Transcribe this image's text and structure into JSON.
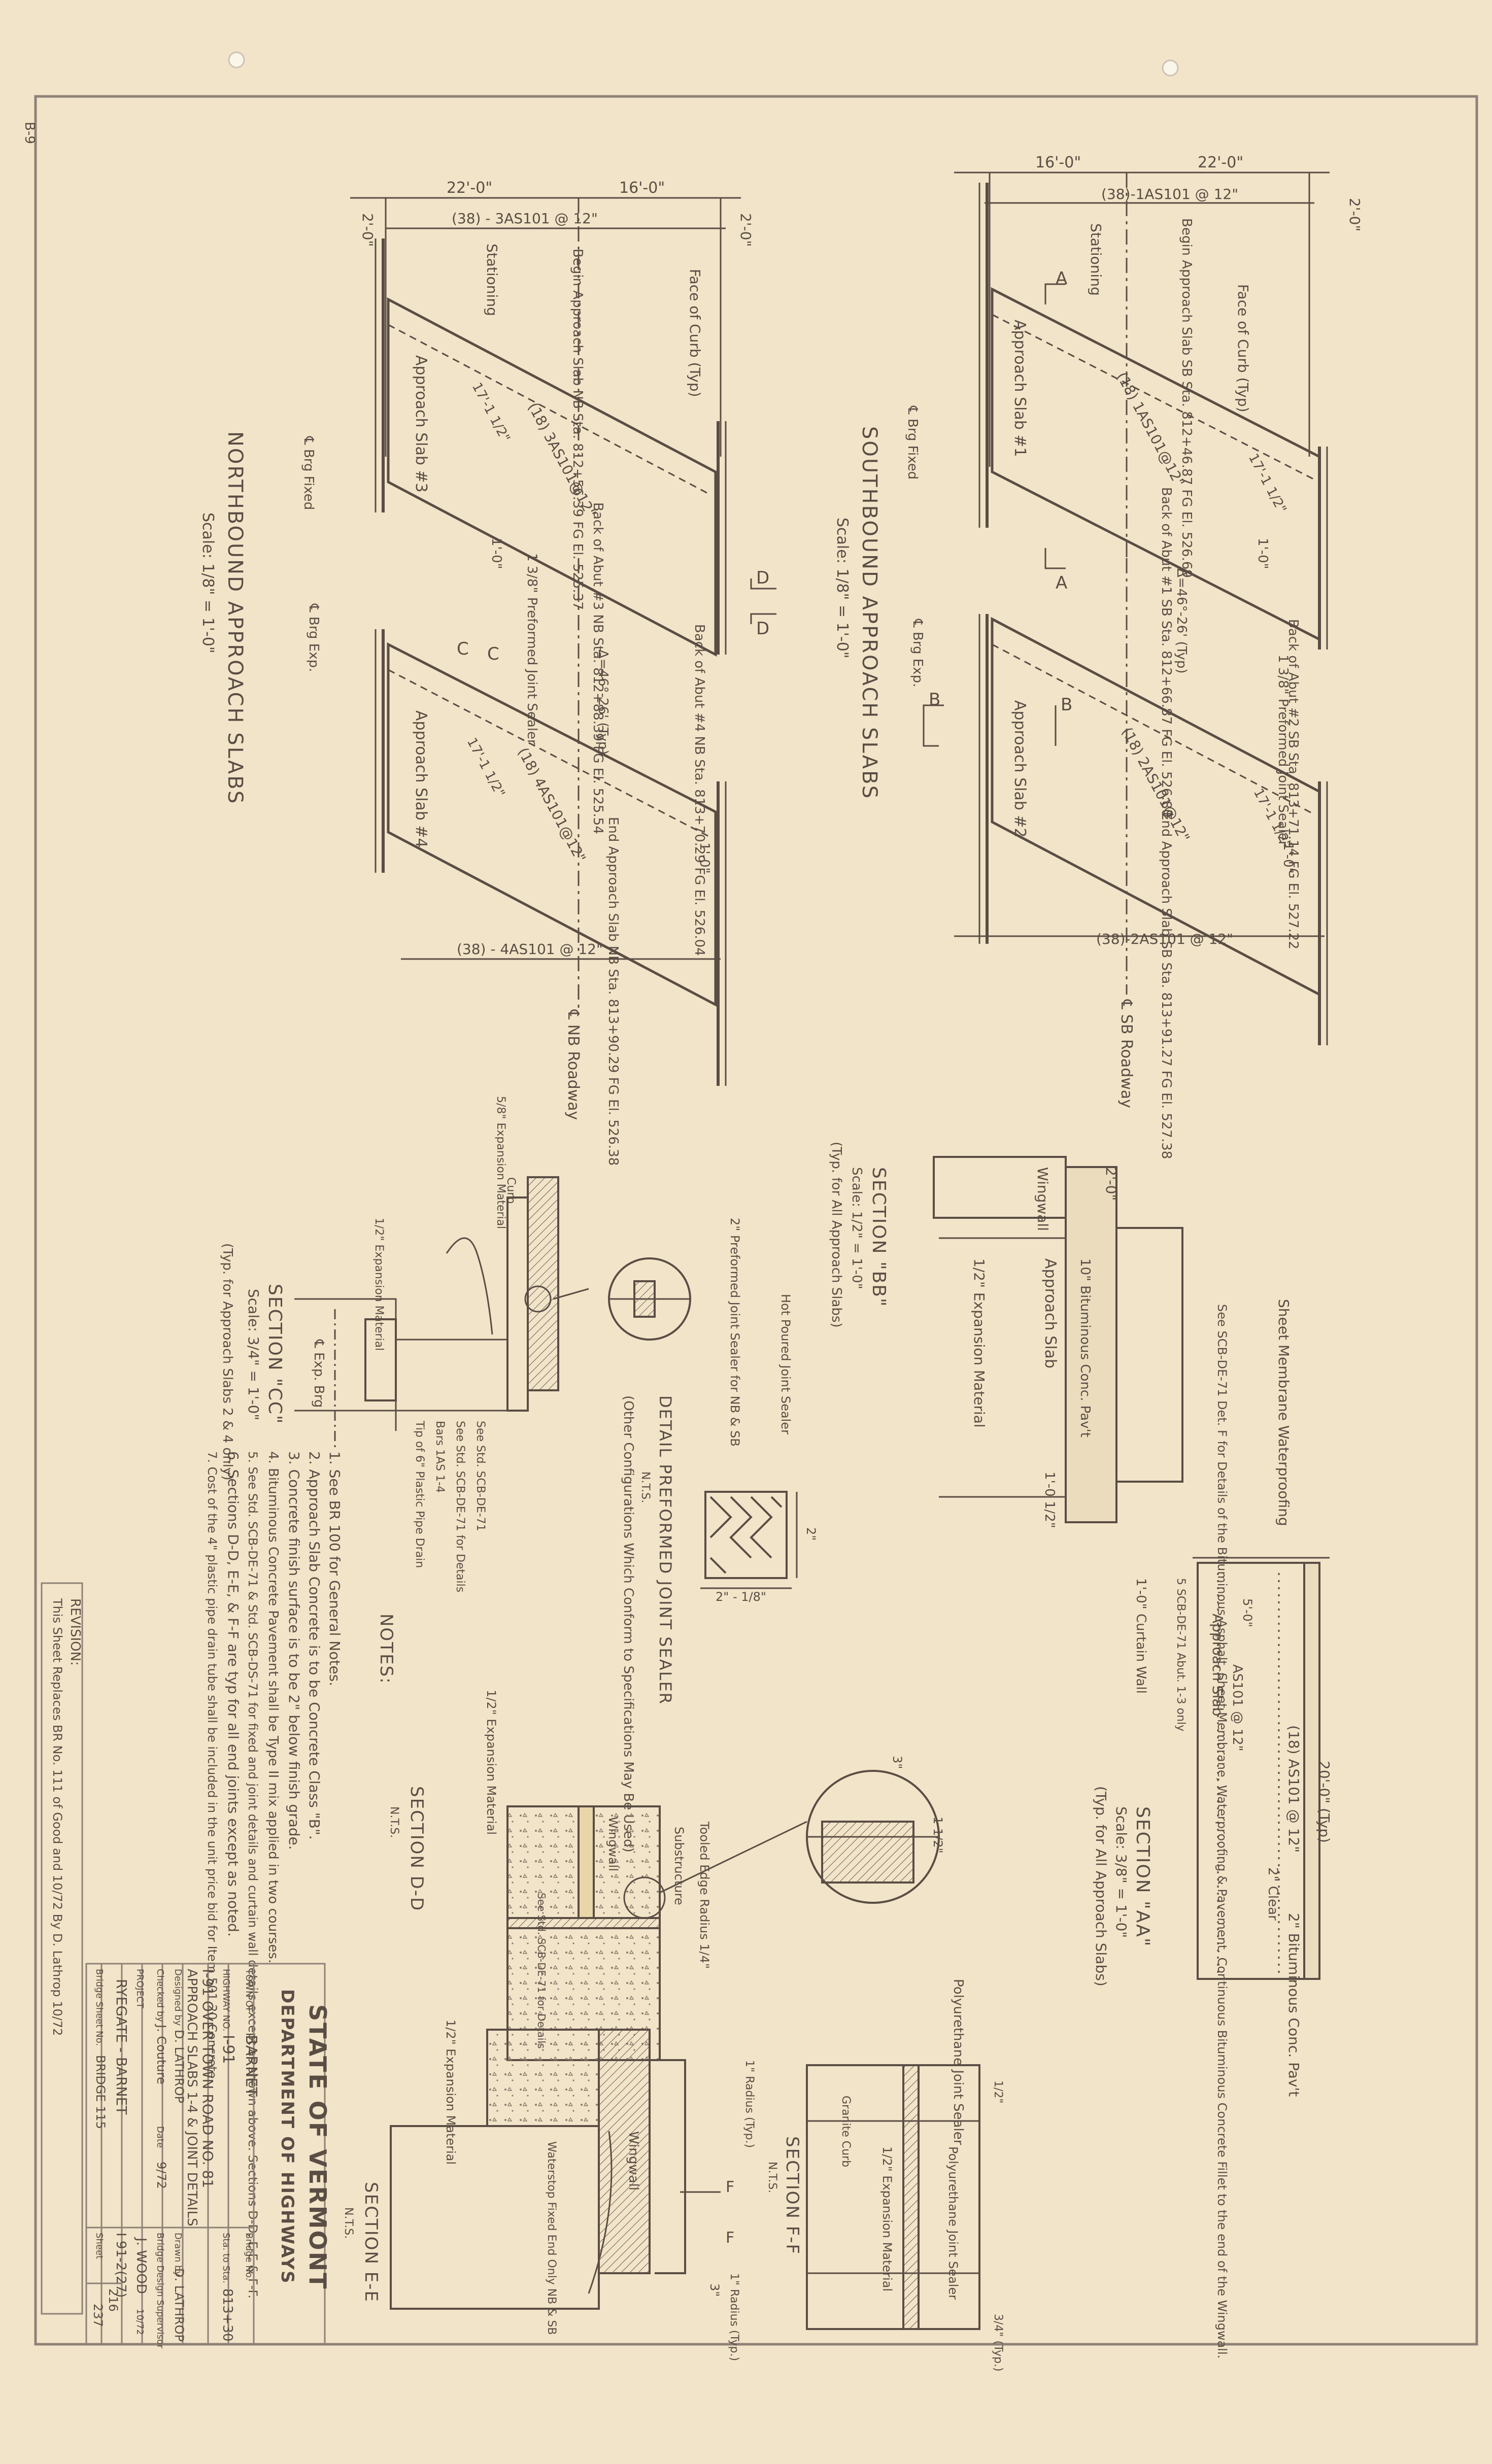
{
  "sheet_mark": "B-9",
  "southbound": {
    "title": "SOUTHBOUND APPROACH SLABS",
    "scale": "Scale: 1/8\" = 1'-0\"",
    "dim_left": "16'-0\"",
    "dim_right": "22'-0\"",
    "rebar_top": "(38)-1AS101 @ 12\"",
    "rebar_bottom": "(38)-2AS101 @ 12\"",
    "rebar_diag1": "(18) 1AS101@12\"",
    "rebar_diag2": "(18) 2AS101@12\"",
    "edge_dim": "2'-0\"",
    "face_of_curb": "Face of Curb (Typ)",
    "stationing": "Stationing",
    "begin_slab": "Begin Approach Slab SB Sta. 812+46.87 FG El. 526.69",
    "back_abut1": "Back of Abut #1 SB Sta. 812+66.87 FG El. 526.80",
    "back_abut2": "Back of Abut #2 SB Sta. 813+71.14 FG El. 527.22",
    "end_slab": "End Approach Slab SB Sta. 813+91.27 FG El. 527.38",
    "approach_slab1": "Approach Slab #1",
    "approach_slab2": "Approach Slab #2",
    "skew": "Δ=46°-26' (Typ)",
    "dim_17": "17'-1 1/2\"",
    "dim_1": "1'-0\"",
    "brg_fixed": "℄ Brg Fixed",
    "brg_exp": "℄ Brg Exp.",
    "joint_sealer": "1 3/8\" Preformed Joint Sealer",
    "roadway": "℄ SB Roadway",
    "marker_a": "A",
    "marker_b": "B"
  },
  "northbound": {
    "title": "NORTHBOUND APPROACH SLABS",
    "scale": "Scale: 1/8\" = 1'-0\"",
    "dim_left": "22'-0\"",
    "dim_right": "16'-0\"",
    "rebar_top": "(38) - 3AS101 @ 12\"",
    "rebar_bottom": "(38) - 4AS101 @ 12\"",
    "rebar_diag1": "(18) 3AS101@12\"",
    "rebar_diag2": "(18) 4AS101@12\"",
    "edge_dim": "2'-0\"",
    "face_of_curb": "Face of Curb (Typ)",
    "stationing": "Stationing",
    "begin_slab": "Begin Approach Slab NB Sta. 812+56.39 FG El. 525.37",
    "back_abut3": "Back of Abut #3 NB Sta. 812+88.39 FG El. 525.54",
    "back_abut4": "Back of Abut #4 NB Sta. 813+70.29 FG El. 526.04",
    "end_slab": "End Approach Slab NB Sta. 813+90.29 FG El. 526.38",
    "approach_slab3": "Approach Slab #3",
    "approach_slab4": "Approach Slab #4",
    "skew": "Δ=46°-26' (Typ)",
    "dim_17": "17'-1 1/2\"",
    "dim_1": "1'-0\"",
    "brg_fixed": "℄ Brg Fixed",
    "brg_exp": "℄ Brg Exp.",
    "joint_sealer": "1 3/8\" Preformed Joint Sealer",
    "roadway": "℄ NB Roadway",
    "marker_c": "C",
    "marker_d": "D"
  },
  "section_bb": {
    "title": "SECTION \"BB\"",
    "scale": "Scale: 1/2\" = 1'-0\"",
    "note": "(Typ. for All Approach Slabs)",
    "wingwall": "Wingwall",
    "approach_slab": "Approach Slab",
    "bit_conc": "10\" Bituminous Conc. Pav't",
    "expansion": "1/2\" Expansion Material",
    "dim_2": "2'-0\"",
    "dim_1": "1'-0 1/2\"",
    "see_note": "See SCB-DE-71 Det. F for Details of the Bituminous Asphalt, Sheet Membrane, Waterproofing & Pavement. Continuous Bituminous Concrete Fillet to the end of the Wingwall.",
    "membrane": "Sheet Membrane Waterproofing"
  },
  "section_aa": {
    "title": "SECTION \"AA\"",
    "scale": "Scale: 3/8\" = 1'-0\"",
    "note": "(Typ. for All Approach Slabs)",
    "approach_slab": "Approach Slab",
    "rebar1": "(18) AS101 @ 12\"",
    "rebar2": "AS101 @ 12\"",
    "span": "20'-0\" (Typ)",
    "dim_1": "1'-0\"",
    "curtain_wall": "Curtain Wall",
    "abut": "5 SCB-DE-71 Abut. 1-3 only",
    "clear": "2\" Clear",
    "bit_pav": "2\" Bituminous Conc. Pav't",
    "dim_sub": "5'-0\""
  },
  "section_cc": {
    "title": "SECTION \"CC\"",
    "scale": "Scale: 3/4\" = 1'-0\"",
    "note": "(Typ. for Approach Slabs 2 & 4 only)",
    "top_label": "5/8\" Expansion Material",
    "curb": "Curb",
    "drain": "Tip of 6\" Plastic Pipe Drain",
    "bars": "Bars 1AS 1-4",
    "exp_material": "1/2\" Expansion Material",
    "brg": "℄ Exp. Brg",
    "rebar_note": "See Std. SCB-DE-71",
    "see_cc": "See Std. SCB-DE-71 for Details"
  },
  "detail_joint": {
    "title": "DETAIL PREFORMED JOINT SEALER",
    "nts": "N.T.S.",
    "note": "(Other Configurations Which Conform to Specifications May Be Used)",
    "label1": "2\" Preformed Joint Sealer for NB & SB",
    "label2": "Hot Poured Joint Sealer",
    "dim_w": "2\" - 1/8\"",
    "dim_h": "2\""
  },
  "notes": {
    "title": "NOTES:",
    "items": [
      "1. See BR 100 for General Notes.",
      "2. Approach Slab Concrete is to be Concrete Class \"B\".",
      "3. Concrete finish surface is to be 2\" below finish grade.",
      "4. Bituminous Concrete Pavement shall be Type II mix applied in two courses.",
      "5. See Std. SCB-DE-71 & Std. SCB-DS-71 for fixed and joint details and curtain wall details except as shown above. Sections D-D, E-E & F-F.",
      "6. Sections D-D, E-E, & F-F are typ for all end joints except as noted.",
      "7. Cost of the 4\" plastic pipe drain tube shall be included in the unit price bid for Item 501.20 Concrete."
    ]
  },
  "section_dd": {
    "title": "SECTION D-D",
    "nts": "N.T.S.",
    "expansion": "1/2\" Expansion Material",
    "wingwall": "Wingwall",
    "structure": "Substructure",
    "poly": "Polyurethane Joint Sealer",
    "tooled": "Tooled Edge Radius 1/4\"",
    "caulking": "See Std. SCB-DE-71 for Details",
    "dim_3": "3\"",
    "dim_1": "1 1/2\""
  },
  "section_ee": {
    "title": "SECTION E-E",
    "nts": "N.T.S.",
    "wingwall": "Wingwall",
    "expansion": "1/2\" Expansion Material",
    "waterstop": "Waterstop Fixed End Only NB & SB",
    "radius": "1\" Radius (Typ.)",
    "dim_3": "3\"",
    "marker_f": "F"
  },
  "section_ff": {
    "title": "SECTION F-F",
    "nts": "N.T.S.",
    "granite": "Granite Curb",
    "poly": "Polyurethane Joint Sealer",
    "expansion": "1/2\" Expansion Material",
    "dim": "3/4\" (Typ.)",
    "dim_half": "1/2\""
  },
  "title_block": {
    "state": "STATE OF VERMONT",
    "dept": "DEPARTMENT OF HIGHWAYS",
    "town_label": "TOWN OF",
    "town": "BARNET",
    "highway_label": "HIGHWAY NO.",
    "highway": "I-91",
    "bridge_label": "Bridge No.",
    "station_label": "Sta. to Sta.",
    "station": "813+30",
    "project_title_1": "I-91 OVER TOWN ROAD NO. 81",
    "project_title_2": "APPROACH SLABS 1-4 & JOINT DETAILS",
    "designed_label": "Designed by",
    "designed": "D. LATHROP",
    "drawn_label": "Drawn by",
    "drawn": "D. LATHROP",
    "checked_label": "Checked by",
    "checked": "J. Couture",
    "date_label": "Date",
    "date": "9/72",
    "supervisor_label": "Bridge Design Supervisor",
    "supervisor": "J. WOOD",
    "date2": "10/72",
    "project_label": "PROJECT",
    "project": "RYEGATE - BARNET",
    "project_no": "I 91-2(27)",
    "bridge_sheet_label": "Bridge Sheet No.",
    "bridge_sheet": "BRIDGE 115",
    "sheet_label": "Sheet",
    "sheet": "216",
    "sheet_total": "237"
  },
  "revision": {
    "label": "REVISION:",
    "text": "This Sheet Replaces BR No. 111 of Good and 10/72 By D. Lathrop 10/72"
  }
}
